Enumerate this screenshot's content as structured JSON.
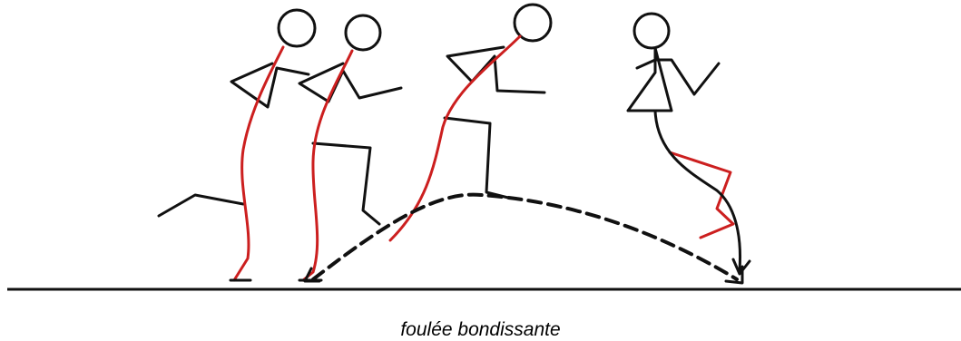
{
  "caption": "foulée bondissante",
  "colors": {
    "background": "#ffffff",
    "figure_outline": "#111111",
    "spine_highlight": "#cc1f1f",
    "ground_line": "#111111",
    "trajectory": "#111111"
  },
  "figures_count": 4,
  "trajectory_style": "dashed"
}
